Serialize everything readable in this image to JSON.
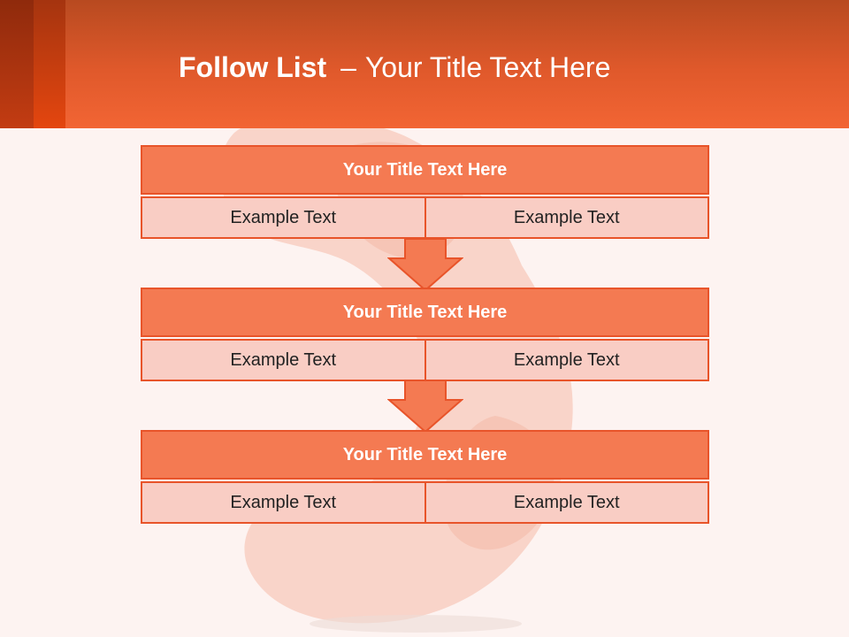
{
  "header": {
    "title_bold": "Follow List",
    "title_sep": "–",
    "title_rest": "Your Title Text Here"
  },
  "blocks": [
    {
      "title": "Your Title Text Here",
      "cells": [
        "Example Text",
        "Example Text"
      ]
    },
    {
      "title": "Your Title Text Here",
      "cells": [
        "Example Text",
        "Example Text"
      ]
    },
    {
      "title": "Your Title Text Here",
      "cells": [
        "Example Text",
        "Example Text"
      ]
    }
  ],
  "colors": {
    "accent": "#f26534",
    "box_title_fill": "#f47a52",
    "box_cell_fill": "#f9cdc4",
    "box_border": "#e8542a",
    "background": "#fdf3f1"
  },
  "icons": [
    "down-arrow-icon"
  ]
}
